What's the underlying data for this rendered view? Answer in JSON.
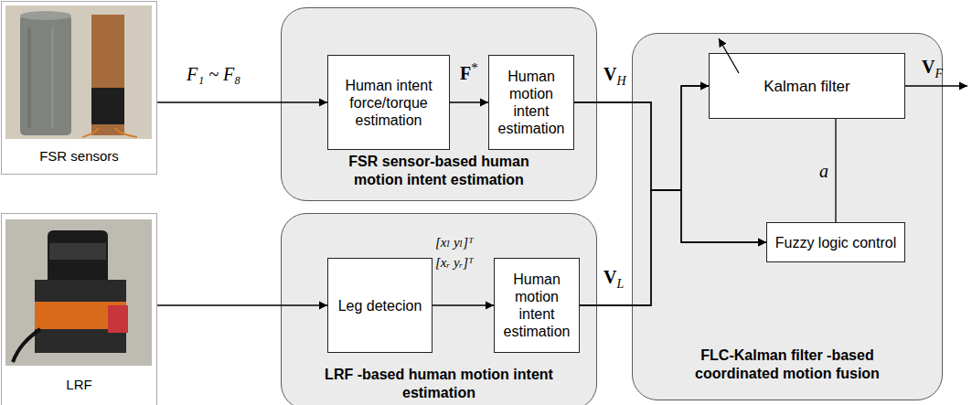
{
  "diagram": {
    "nodes": [
      {
        "text": [
          "FSR sensors"
        ]
      },
      {
        "text": [
          "FSR sensor-based human motion intent estimation"
        ]
      },
      {
        "text": [
          "Human intent force/torque estimation"
        ],
        "in": 1
      },
      {
        "text": [
          "Human motion intent estimation"
        ],
        "in": 1
      },
      {
        "text": [
          "LRF"
        ]
      },
      {
        "text": [
          "LRF -based human motion intent estimation"
        ]
      },
      {
        "text": [
          "Leg detecion"
        ],
        "in": 5
      },
      {
        "text": [
          "Human motion intent estimation"
        ],
        "in": 5
      },
      {
        "text": [
          "FLC-Kalman filter -based coordinated motion fusion"
        ]
      },
      {
        "text": [
          "Kalman filter"
        ],
        "in": 8
      },
      {
        "text": [
          "Fuzzy logic control"
        ],
        "in": 8
      }
    ],
    "edges": [
      {
        "from": 0,
        "to": 2,
        "arrow": "to",
        "label": "F₁ ~ F₈"
      },
      {
        "from": 2,
        "to": 3,
        "arrow": "to",
        "label": "F*"
      },
      {
        "from": 3,
        "to": 9,
        "arrow": "to",
        "label": "VH"
      },
      {
        "from": 3,
        "to": 10,
        "arrow": "to"
      },
      {
        "from": 4,
        "to": 6,
        "arrow": "to"
      },
      {
        "from": 6,
        "to": 7,
        "arrow": "to"
      },
      {
        "from": 7,
        "to": 9,
        "arrow": "to",
        "label": "VL"
      },
      {
        "from": 7,
        "to": 10,
        "arrow": "to"
      },
      {
        "from": 10,
        "to": 9,
        "arrow": "none",
        "label": "a"
      }
    ],
    "labels": [
      "[xₗ  yₗ]ᵀ",
      "[xᵣ  yᵣ]ᵀ",
      "VF"
    ]
  }
}
